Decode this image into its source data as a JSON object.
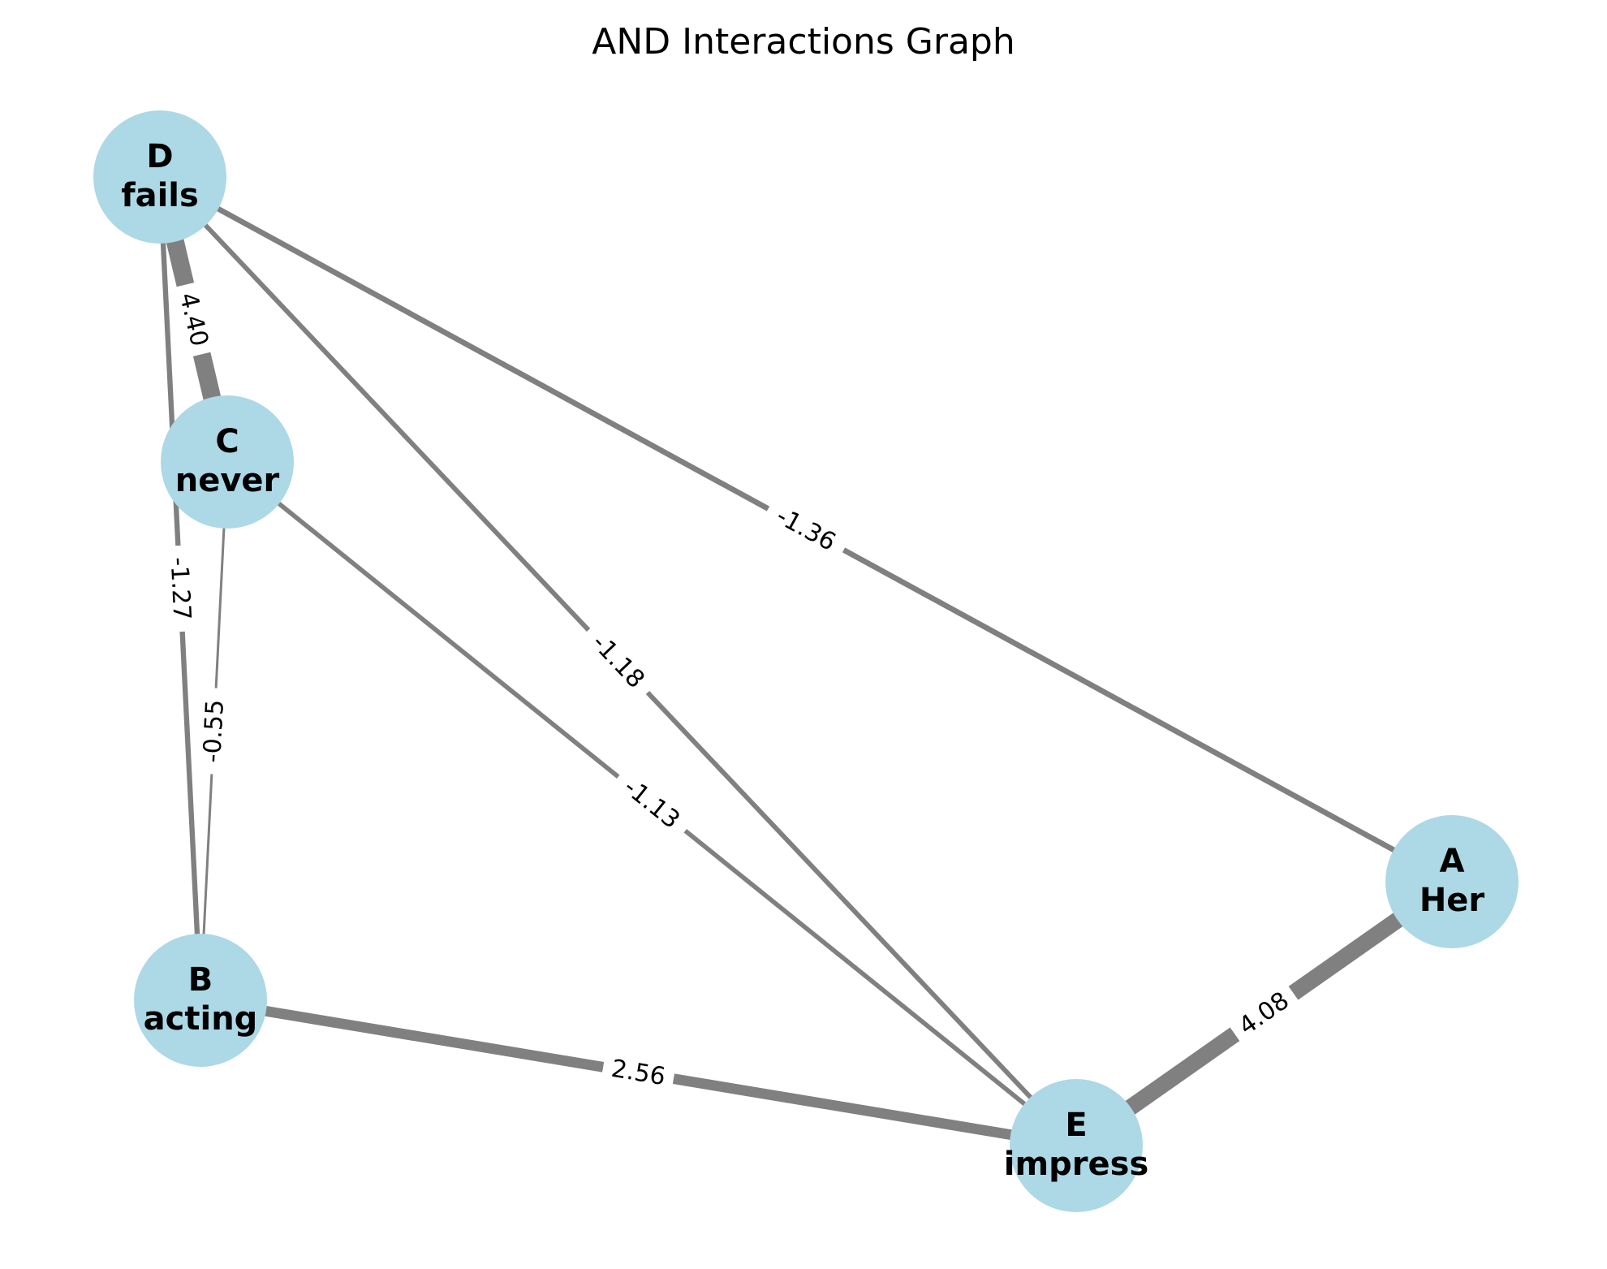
{
  "title": "AND Interactions Graph",
  "colors": {
    "node_fill": "#add8e6",
    "edge": "#808080",
    "label_box": "#ffffff"
  },
  "nodes": [
    {
      "id": "A",
      "word": "Her"
    },
    {
      "id": "B",
      "word": "acting"
    },
    {
      "id": "C",
      "word": "never"
    },
    {
      "id": "D",
      "word": "fails"
    },
    {
      "id": "E",
      "word": "impress"
    }
  ],
  "edges": [
    {
      "source": "D",
      "target": "C",
      "label": "4.40",
      "weight": 4.4
    },
    {
      "source": "D",
      "target": "B",
      "label": "-1.27",
      "weight": -1.27
    },
    {
      "source": "D",
      "target": "E",
      "label": "-1.18",
      "weight": -1.18
    },
    {
      "source": "D",
      "target": "A",
      "label": "-1.36",
      "weight": -1.36
    },
    {
      "source": "C",
      "target": "B",
      "label": "-0.55",
      "weight": -0.55
    },
    {
      "source": "C",
      "target": "E",
      "label": "-1.13",
      "weight": -1.13
    },
    {
      "source": "B",
      "target": "E",
      "label": "2.56",
      "weight": 2.56
    },
    {
      "source": "E",
      "target": "A",
      "label": "4.08",
      "weight": 4.08
    }
  ]
}
